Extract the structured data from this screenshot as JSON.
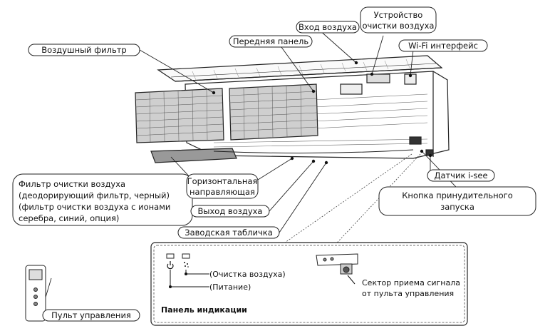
{
  "labels": {
    "air_inlet": "Вход воздуха",
    "purifier_line1": "Устройство",
    "purifier_line2": "очистки воздуха",
    "front_panel": "Передняя панель",
    "air_filter": "Воздушный фильтр",
    "wifi": "Wi-Fi интерфейс",
    "cleaning_filter_line1": "Фильтр очистки воздуха",
    "cleaning_filter_line2": "(деодорирующий фильтр, черный)",
    "cleaning_filter_line3": "(фильтр очистки воздуха с ионами",
    "cleaning_filter_line4": "серебра, синий, опция)",
    "horizontal_line1": "Горизонтальная",
    "horizontal_line2": "направляющая",
    "air_outlet": "Выход воздуха",
    "nameplate": "Заводская табличка",
    "isee": "Датчик i-see",
    "forced_line1": "Кнопка принудительного",
    "forced_line2": "запуска",
    "remote": "Пульт управления"
  },
  "indicator_panel": {
    "title": "Панель индикации",
    "cleaning": "(Очистка воздуха)",
    "power": "(Питание)",
    "receiver_line1": "Сектор приема сигнала",
    "receiver_line2": "от пульта управления"
  },
  "colors": {
    "ink": "#111111",
    "line": "#222222",
    "grille": "#555555"
  }
}
